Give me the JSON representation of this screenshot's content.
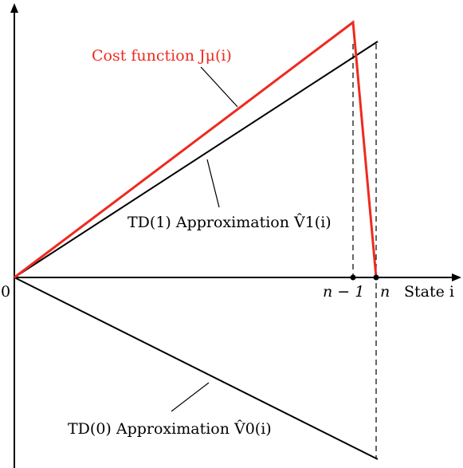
{
  "labels": {
    "origin": "0",
    "n_minus_1": "n − 1",
    "n": "n",
    "state_axis": "State i",
    "cost_function": "Cost function Jμ(i)",
    "td1": "TD(1) Approximation V̂1(i)",
    "td0": "TD(0) Approximation V̂0(i)"
  },
  "colors": {
    "cost_function": "#ee2a1f",
    "axes": "#000000",
    "approximations": "#000000"
  }
}
